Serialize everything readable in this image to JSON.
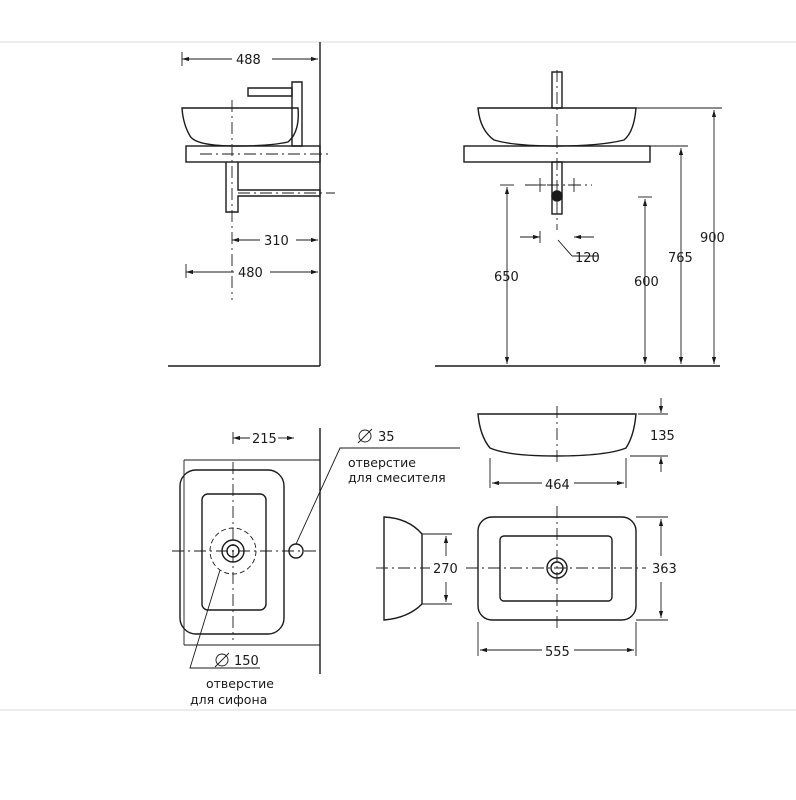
{
  "dimensions": {
    "side_width_top": "488",
    "side_pipe_310": "310",
    "side_depth_480": "480",
    "front_120": "120",
    "front_650": "650",
    "front_600": "600",
    "front_765": "765",
    "front_900": "900",
    "top_215": "215",
    "mixer_hole_dia": "35",
    "drain_hole_dia": "150",
    "bowl_height": "135",
    "bowl_width_464": "464",
    "inner_270": "270",
    "outer_363": "363",
    "outer_555": "555"
  },
  "labels": {
    "mixer_hole_line1": "отверстие",
    "mixer_hole_line2": "для смесителя",
    "drain_hole_line1": "отверстие",
    "drain_hole_line2": "для сифона"
  }
}
